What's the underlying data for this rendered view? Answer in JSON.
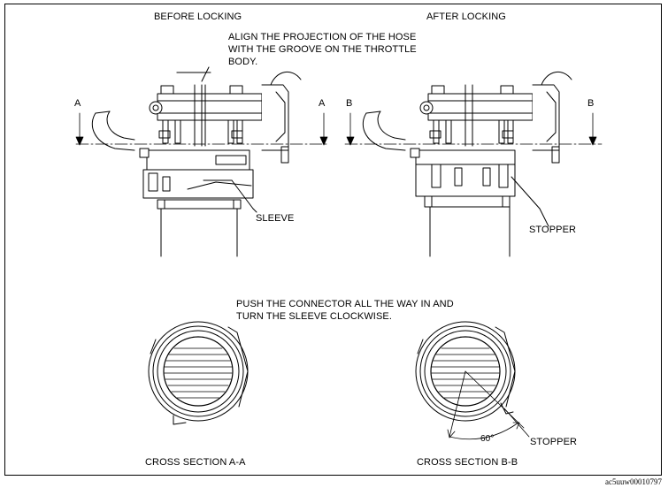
{
  "panels": {
    "before_title": "BEFORE LOCKING",
    "after_title": "AFTER LOCKING"
  },
  "notes": {
    "align_line1": "ALIGN THE PROJECTION OF THE HOSE",
    "align_line2": "WITH THE GROOVE ON THE THROTTLE",
    "align_line3": "BODY.",
    "push_line1": "PUSH THE CONNECTOR ALL THE WAY IN AND",
    "push_line2": "TURN THE SLEEVE CLOCKWISE."
  },
  "section_marks": {
    "a_left": "A",
    "a_right": "A",
    "b_left": "B",
    "b_right": "B"
  },
  "callouts": {
    "sleeve": "SLEEVE",
    "stopper_top": "STOPPER",
    "stopper_bottom": "STOPPER",
    "angle": "60°"
  },
  "captions": {
    "section_aa": "CROSS SECTION A-A",
    "section_bb": "CROSS SECTION B-B"
  },
  "figure_code": "ac5uuw00010797"
}
